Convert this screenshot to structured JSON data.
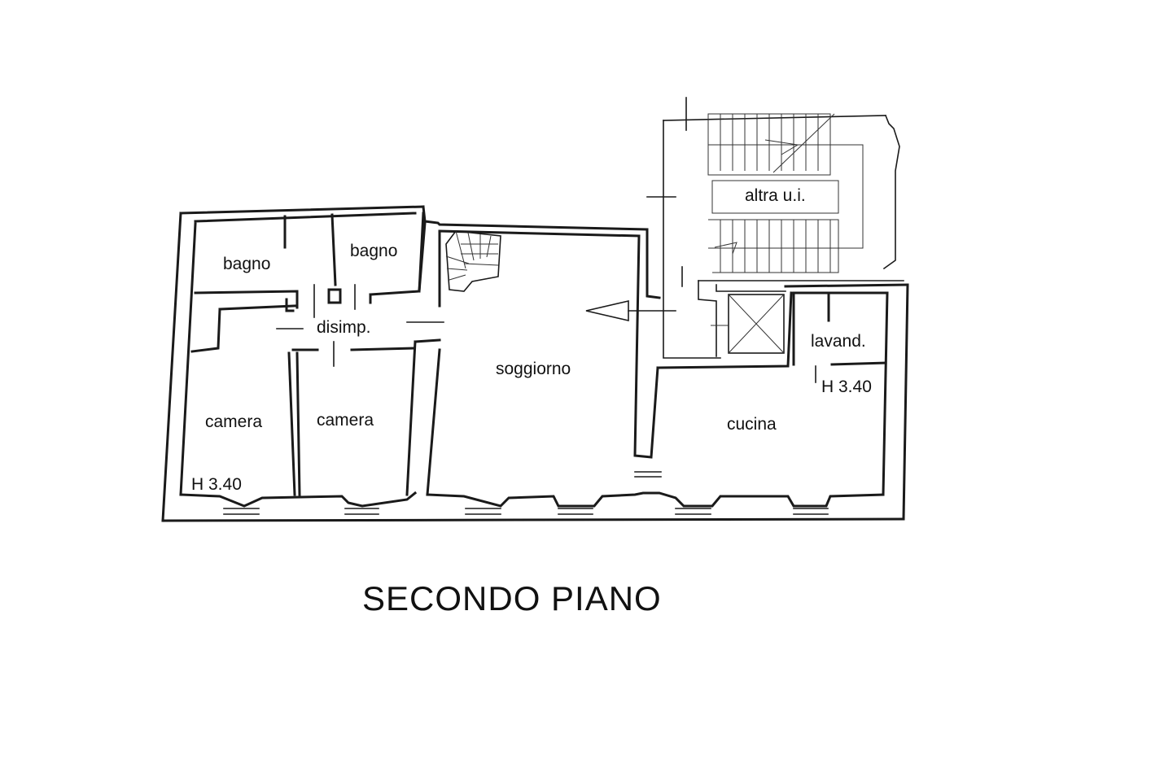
{
  "drawing": {
    "title": "SECONDO PIANO",
    "rooms": {
      "bagno_left": "bagno",
      "bagno_right": "bagno",
      "disimpegno": "disimp.",
      "camera_left": "camera",
      "camera_right": "camera",
      "soggiorno": "soggiorno",
      "cucina": "cucina",
      "lavanderia": "lavand.",
      "altra_ui": "altra u.i."
    },
    "heights": {
      "left": "H 3.40",
      "right": "H 3.40"
    }
  }
}
